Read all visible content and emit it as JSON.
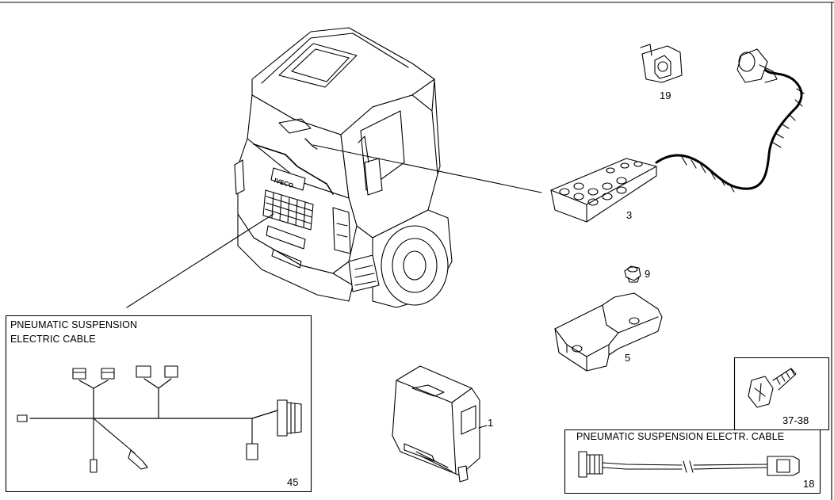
{
  "callouts": {
    "part_1": "1",
    "part_3": "3",
    "part_5": "5",
    "part_9": "9",
    "part_18": "18",
    "part_19": "19",
    "part_37_38": "37-38",
    "part_45": "45"
  },
  "boxes": {
    "left_title_line1": "PNEUMATIC SUSPENSION",
    "left_title_line2": "ELECTRIC CABLE",
    "bottom_right_title": "PNEUMATIC SUSPENSION ELECTR. CABLE"
  },
  "truck": {
    "grille_badge": "IVECO"
  }
}
